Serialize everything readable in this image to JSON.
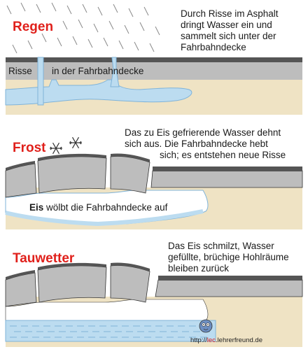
{
  "panels": {
    "regen": {
      "label": "Regen",
      "description": [
        "Durch Risse im Asphalt",
        "dringt Wasser ein und",
        "sammelt sich unter der",
        "Fahrbahndecke"
      ],
      "inner_left": "Risse",
      "inner_right": "in der Fahrbahndecke"
    },
    "frost": {
      "label": "Frost",
      "description": [
        "Das zu Eis gefrierende Wasser dehnt",
        "sich aus. Die Fahrbahndecke hebt",
        "sich; es entstehen neue Risse"
      ],
      "ice_bold": "Eis",
      "ice_rest": " wölbt die Fahrbahndecke auf"
    },
    "tauwetter": {
      "label": "Tauwetter",
      "description": [
        "Das Eis schmilzt, Wasser",
        "gefüllte, brüchige Hohlräume",
        "bleiben zurück"
      ]
    }
  },
  "credit": {
    "prefix": "http://",
    "highlight": "lec",
    "suffix": ".lehrerfreund.de"
  },
  "colors": {
    "asphalt_top": "#555555",
    "asphalt": "#bdbdbd",
    "soil": "#efe3c4",
    "water": "#bcdcf0",
    "water_edge": "#7fb3d9",
    "accent_red": "#e0201b",
    "outline": "#333333"
  }
}
